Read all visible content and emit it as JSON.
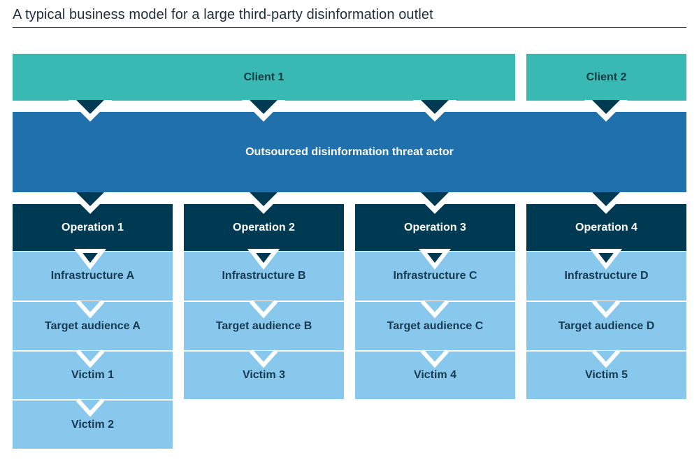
{
  "title": "A typical business model for a large third-party disinformation outlet",
  "colors": {
    "client": "#38b9b3",
    "actor": "#2070ac",
    "operation": "#003a52",
    "step": "#88c8ec",
    "chevron_outline": "#ffffff"
  },
  "clients": [
    "Client 1",
    "Client 2"
  ],
  "actor": "Outsourced disinformation threat actor",
  "columns": [
    {
      "operation": "Operation 1",
      "infrastructure": "Infrastructure A",
      "target_audience": "Target audience A",
      "victims": [
        "Victim 1",
        "Victim 2"
      ]
    },
    {
      "operation": "Operation 2",
      "infrastructure": "Infrastructure B",
      "target_audience": "Target audience B",
      "victims": [
        "Victim 3"
      ]
    },
    {
      "operation": "Operation 3",
      "infrastructure": "Infrastructure C",
      "target_audience": "Target audience C",
      "victims": [
        "Victim 4"
      ]
    },
    {
      "operation": "Operation 4",
      "infrastructure": "Infrastructure D",
      "target_audience": "Target audience D",
      "victims": [
        "Victim 5"
      ]
    }
  ]
}
